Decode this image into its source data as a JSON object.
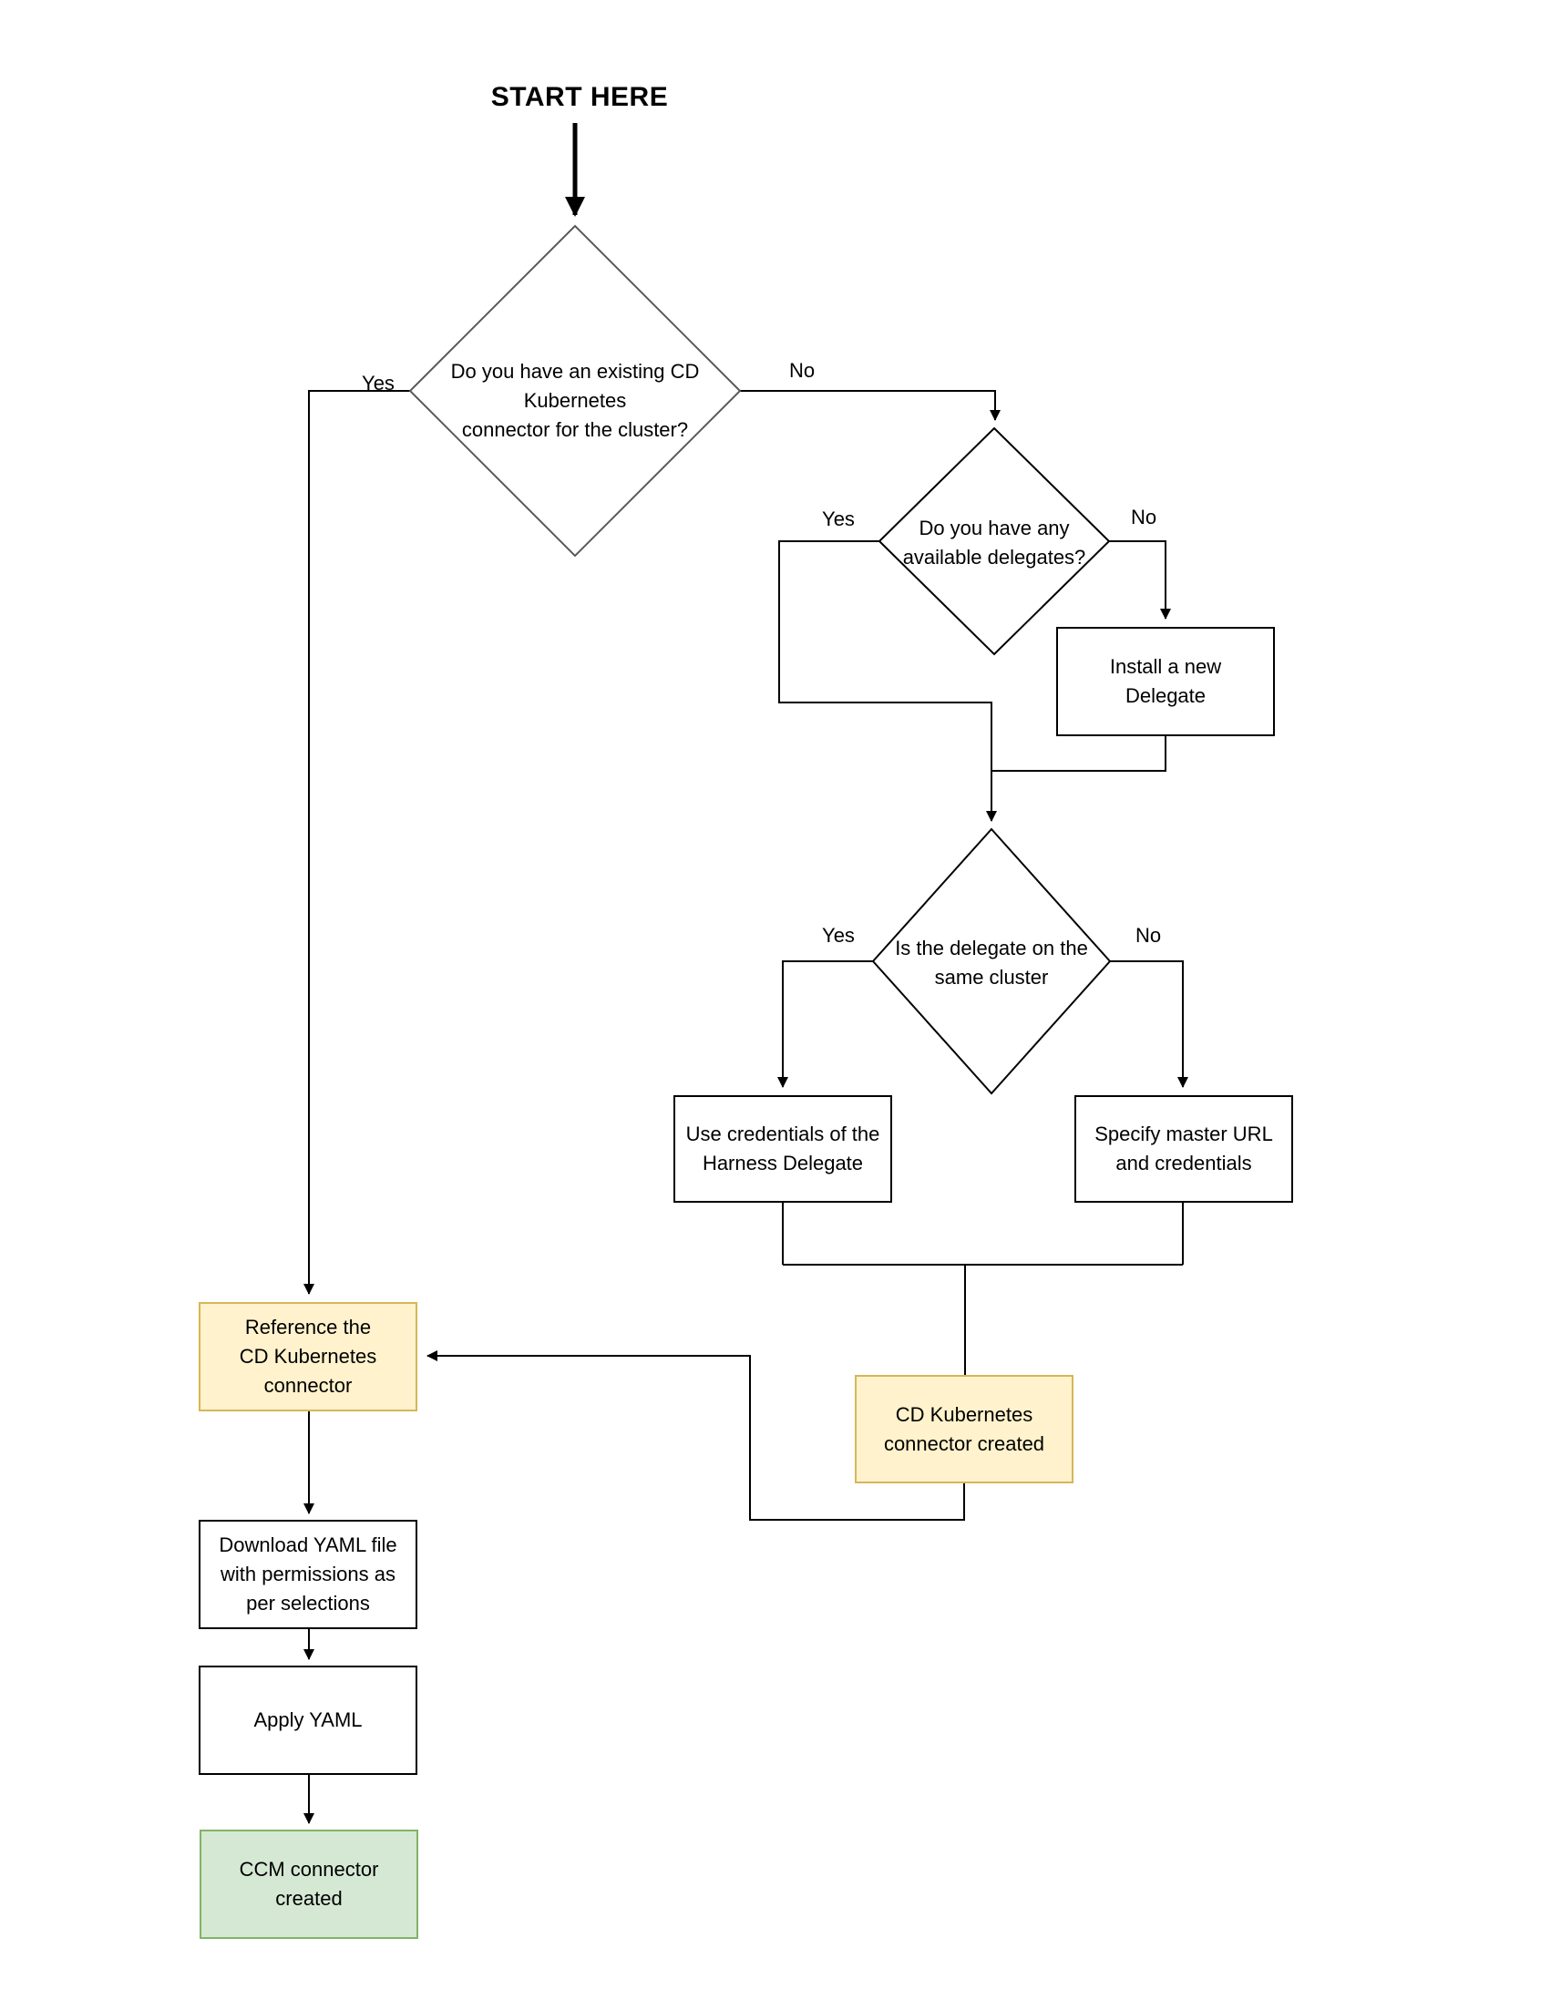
{
  "title": "START HERE",
  "labels": {
    "yes": "Yes",
    "no": "No"
  },
  "nodes": {
    "q_existing_connector": "Do you have an existing CD\nKubernetes\nconnector for the cluster?",
    "q_available_delegates": "Do you have any\navailable delegates?",
    "q_same_cluster": "Is the delegate on the\nsame cluster",
    "install_delegate": "Install a new\nDelegate",
    "use_credentials": "Use credentials of the\nHarness Delegate",
    "specify_master": "Specify master URL\nand credentials",
    "cd_connector_created": "CD Kubernetes\nconnector created",
    "reference_connector": "Reference the\nCD Kubernetes\nconnector",
    "download_yaml": "Download YAML file\nwith permissions as\nper selections",
    "apply_yaml": "Apply YAML",
    "ccm_created": "CCM connector\ncreated"
  },
  "colors": {
    "lineColor": "#000000",
    "textColor": "#000000",
    "diamond1Border": "#595959",
    "nodeFill": "#FFFFFF",
    "nodeBorder": "#000000",
    "yellowFill": "#FFF2CC",
    "yellowBorder": "#D6B656",
    "greenFill": "#D5E8D4",
    "greenBorder": "#82B366"
  }
}
